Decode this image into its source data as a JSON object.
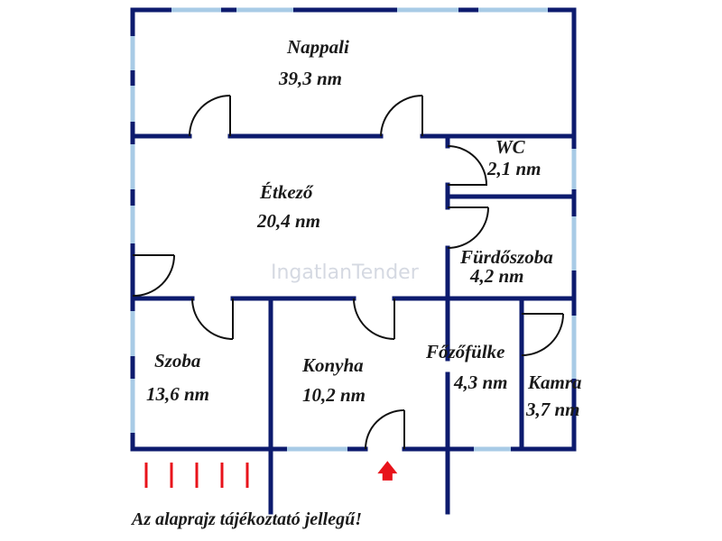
{
  "watermark": "IngatlanTender",
  "disclaimer": "Az alaprajz tájékoztató jellegű!",
  "entry_marker": "🡅",
  "rooms": {
    "nappali": {
      "name": "Nappali",
      "area": "39,3 nm"
    },
    "wc": {
      "name": "WC",
      "area": "2,1 nm"
    },
    "etkezo": {
      "name": "Étkező",
      "area": "20,4 nm"
    },
    "furdoszoba": {
      "name": "Fürdőszoba",
      "area": "4,2 nm"
    },
    "szoba": {
      "name": "Szoba",
      "area": "13,6 nm"
    },
    "konyha": {
      "name": "Konyha",
      "area": "10,2 nm"
    },
    "fozofulke": {
      "name": "Főzőfülke",
      "area": "4,3 nm"
    },
    "kamra": {
      "name": "Kamra",
      "area": "3,7 nm"
    }
  },
  "colors": {
    "wall": "#0d1b6e",
    "window": "#a8cbe6",
    "stairs": "#e8131b",
    "door": "#111111"
  }
}
